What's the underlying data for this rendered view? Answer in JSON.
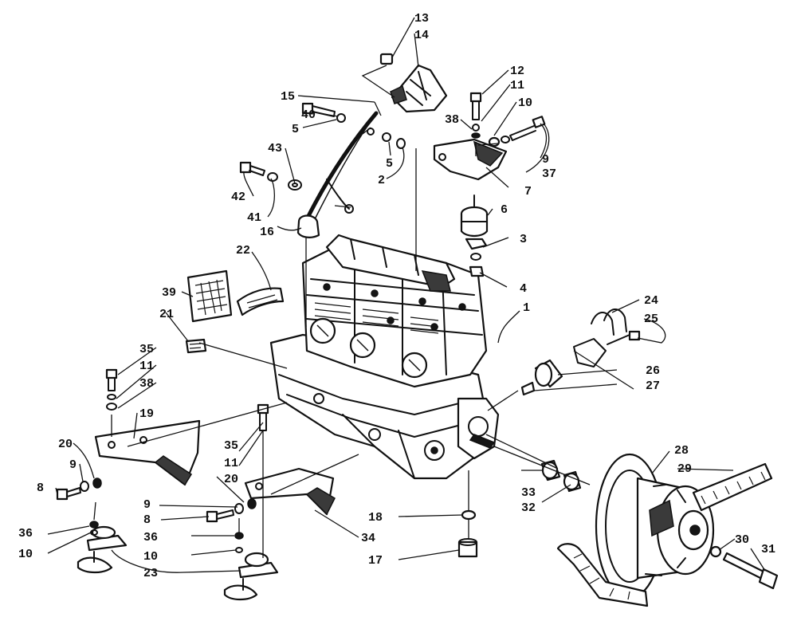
{
  "colors": {
    "ink": "#111111",
    "paper": "#ffffff"
  },
  "callouts": [
    {
      "id": "c13",
      "text": "13"
    },
    {
      "id": "c14",
      "text": "14"
    },
    {
      "id": "c12",
      "text": "12"
    },
    {
      "id": "c11a",
      "text": "11"
    },
    {
      "id": "c10a",
      "text": "10"
    },
    {
      "id": "c38a",
      "text": "38"
    },
    {
      "id": "c15",
      "text": "15"
    },
    {
      "id": "c40",
      "text": "40"
    },
    {
      "id": "c5a",
      "text": "5"
    },
    {
      "id": "c5b",
      "text": "5"
    },
    {
      "id": "c2",
      "text": "2"
    },
    {
      "id": "c9a",
      "text": "9"
    },
    {
      "id": "c37",
      "text": "37"
    },
    {
      "id": "c7",
      "text": "7"
    },
    {
      "id": "c43",
      "text": "43"
    },
    {
      "id": "c42",
      "text": "42"
    },
    {
      "id": "c41",
      "text": "41"
    },
    {
      "id": "c6",
      "text": "6"
    },
    {
      "id": "c16",
      "text": "16"
    },
    {
      "id": "c3",
      "text": "3"
    },
    {
      "id": "c22",
      "text": "22"
    },
    {
      "id": "c4",
      "text": "4"
    },
    {
      "id": "c39",
      "text": "39"
    },
    {
      "id": "c1",
      "text": "1"
    },
    {
      "id": "c24",
      "text": "24"
    },
    {
      "id": "c21",
      "text": "21"
    },
    {
      "id": "c25",
      "text": "25"
    },
    {
      "id": "c35a",
      "text": "35"
    },
    {
      "id": "c11b",
      "text": "11"
    },
    {
      "id": "c26",
      "text": "26"
    },
    {
      "id": "c38b",
      "text": "38"
    },
    {
      "id": "c27",
      "text": "27"
    },
    {
      "id": "c19",
      "text": "19"
    },
    {
      "id": "c20a",
      "text": "20"
    },
    {
      "id": "c35b",
      "text": "35"
    },
    {
      "id": "c11c",
      "text": "11"
    },
    {
      "id": "c28",
      "text": "28"
    },
    {
      "id": "c9b",
      "text": "9"
    },
    {
      "id": "c29",
      "text": "29"
    },
    {
      "id": "c8a",
      "text": "8"
    },
    {
      "id": "c20b",
      "text": "20"
    },
    {
      "id": "c33",
      "text": "33"
    },
    {
      "id": "c9c",
      "text": "9"
    },
    {
      "id": "c32",
      "text": "32"
    },
    {
      "id": "c8b",
      "text": "8"
    },
    {
      "id": "c18",
      "text": "18"
    },
    {
      "id": "c36a",
      "text": "36"
    },
    {
      "id": "c36b",
      "text": "36"
    },
    {
      "id": "c34",
      "text": "34"
    },
    {
      "id": "c30",
      "text": "30"
    },
    {
      "id": "c10b",
      "text": "10"
    },
    {
      "id": "c10c",
      "text": "10"
    },
    {
      "id": "c17",
      "text": "17"
    },
    {
      "id": "c31",
      "text": "31"
    },
    {
      "id": "c23",
      "text": "23"
    }
  ]
}
